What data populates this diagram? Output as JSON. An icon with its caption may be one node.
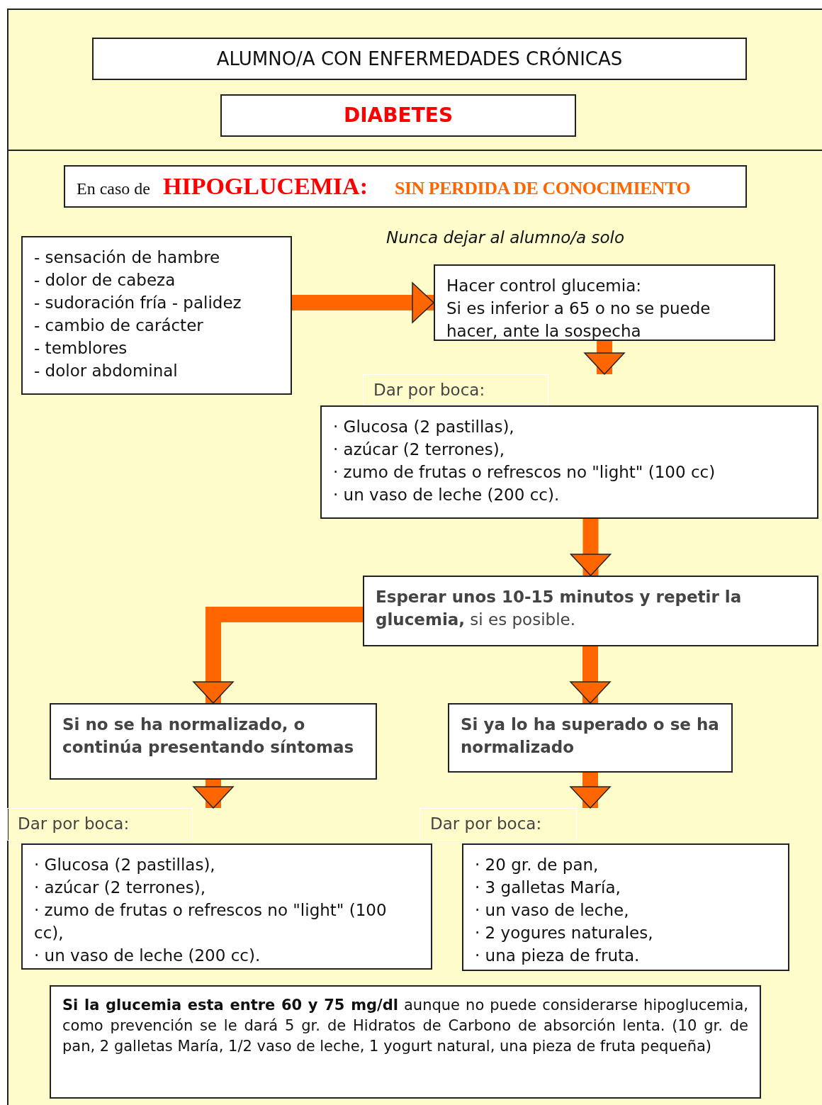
{
  "diagram": {
    "nodes": [
      {
        "text": [
          "ALUMNO/A CON ENFERMEDADES CRÓNICAS"
        ]
      },
      {
        "text": [
          "DIABETES"
        ]
      },
      {
        "text": [
          "En caso de",
          "HIPOGLUCEMIA:",
          "SIN PERDIDA DE CONOCIMIENTO"
        ]
      },
      {
        "text": [
          "- sensación de hambre",
          "- dolor de cabeza",
          "- sudoración fría - palidez",
          "- cambio de carácter",
          "- temblores",
          "- dolor abdominal"
        ]
      },
      {
        "text": [
          "Hacer control glucemia:",
          "Si es inferior a 65 o no se puede hacer, ante la sospecha"
        ]
      },
      {
        "text": [
          "Dar por boca:",
          "· Glucosa (2 pastillas),",
          "· azúcar (2 terrones),",
          "· zumo de frutas o refrescos no \"light\" (100 cc)",
          "· un vaso de leche (200 cc)."
        ]
      },
      {
        "text": [
          "**Esperar unos 10-15 minutos y repetir la glucemia,** si es posible."
        ]
      },
      {
        "text": [
          "Si no se ha normalizado, o continúa presentando síntomas"
        ]
      },
      {
        "text": [
          "Si ya lo ha superado o se ha normalizado"
        ]
      },
      {
        "text": [
          "Dar por boca:",
          "· Glucosa (2 pastillas),",
          "· azúcar (2 terrones),",
          "· zumo de frutas o refrescos no \"light\" (100 cc),",
          "· un vaso de leche (200 cc)."
        ]
      },
      {
        "text": [
          "Dar por boca:",
          "· 20 gr. de pan,",
          "· 3 galletas María,",
          "· un vaso de leche,",
          "· 2 yogures naturales,",
          "· una pieza de fruta."
        ]
      },
      {
        "text": [
          "**Si la glucemia esta entre 60 y 75 mg/dl** aunque no puede considerarse hipoglucemia, como prevención se le dará 5 gr. de Hidratos de Carbono de absorción lenta. (10 gr. de pan, 2 galletas María, 1/2 vaso de leche, 1 yogurt natural, una pieza de fruta pequeña)"
        ]
      }
    ],
    "edges": [
      {
        "from": 3,
        "to": 4,
        "arrow": "to"
      },
      {
        "from": 4,
        "to": 5,
        "arrow": "to"
      },
      {
        "from": 5,
        "to": 6,
        "arrow": "to"
      },
      {
        "from": 6,
        "to": 7,
        "arrow": "to"
      },
      {
        "from": 6,
        "to": 8,
        "arrow": "to"
      },
      {
        "from": 7,
        "to": 9,
        "arrow": "to"
      },
      {
        "from": 8,
        "to": 10,
        "arrow": "to"
      }
    ],
    "labels": [
      "Nunca dejar al alumno/a solo"
    ]
  }
}
